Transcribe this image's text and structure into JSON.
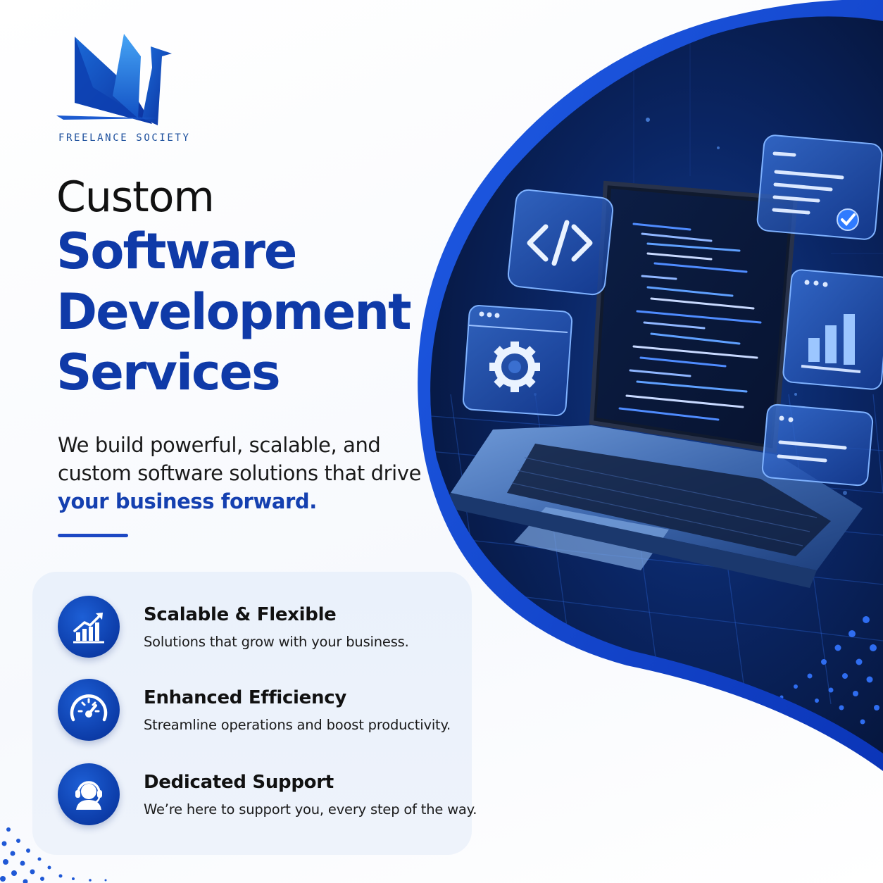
{
  "brand": {
    "name": "FREELANCE SOCIETY",
    "logo_icon": "crane-logo-icon"
  },
  "headline": {
    "line1": "Custom",
    "line2": "Software",
    "line3": "Development",
    "line4": "Services"
  },
  "description": {
    "text": "We build powerful, scalable, and custom software solutions that drive",
    "highlight": "your business forward."
  },
  "features": [
    {
      "icon": "growth-chart-icon",
      "title": "Scalable & Flexible",
      "desc": "Solutions that grow with your business."
    },
    {
      "icon": "speedometer-icon",
      "title": "Enhanced Efficiency",
      "desc": "Streamline operations and boost productivity."
    },
    {
      "icon": "headset-support-icon",
      "title": "Dedicated Support",
      "desc": "We’re here to support you, every step of the way."
    }
  ],
  "hero_icons": [
    "code-window-icon",
    "document-checked-icon",
    "gear-window-icon",
    "bar-chart-window-icon",
    "text-window-icon",
    "laptop-icon"
  ],
  "colors": {
    "brand_blue": "#0f3aa8",
    "accent_blue": "#1d48c4",
    "dark_navy": "#07163d",
    "panel_bg": "#eaf1fb"
  }
}
